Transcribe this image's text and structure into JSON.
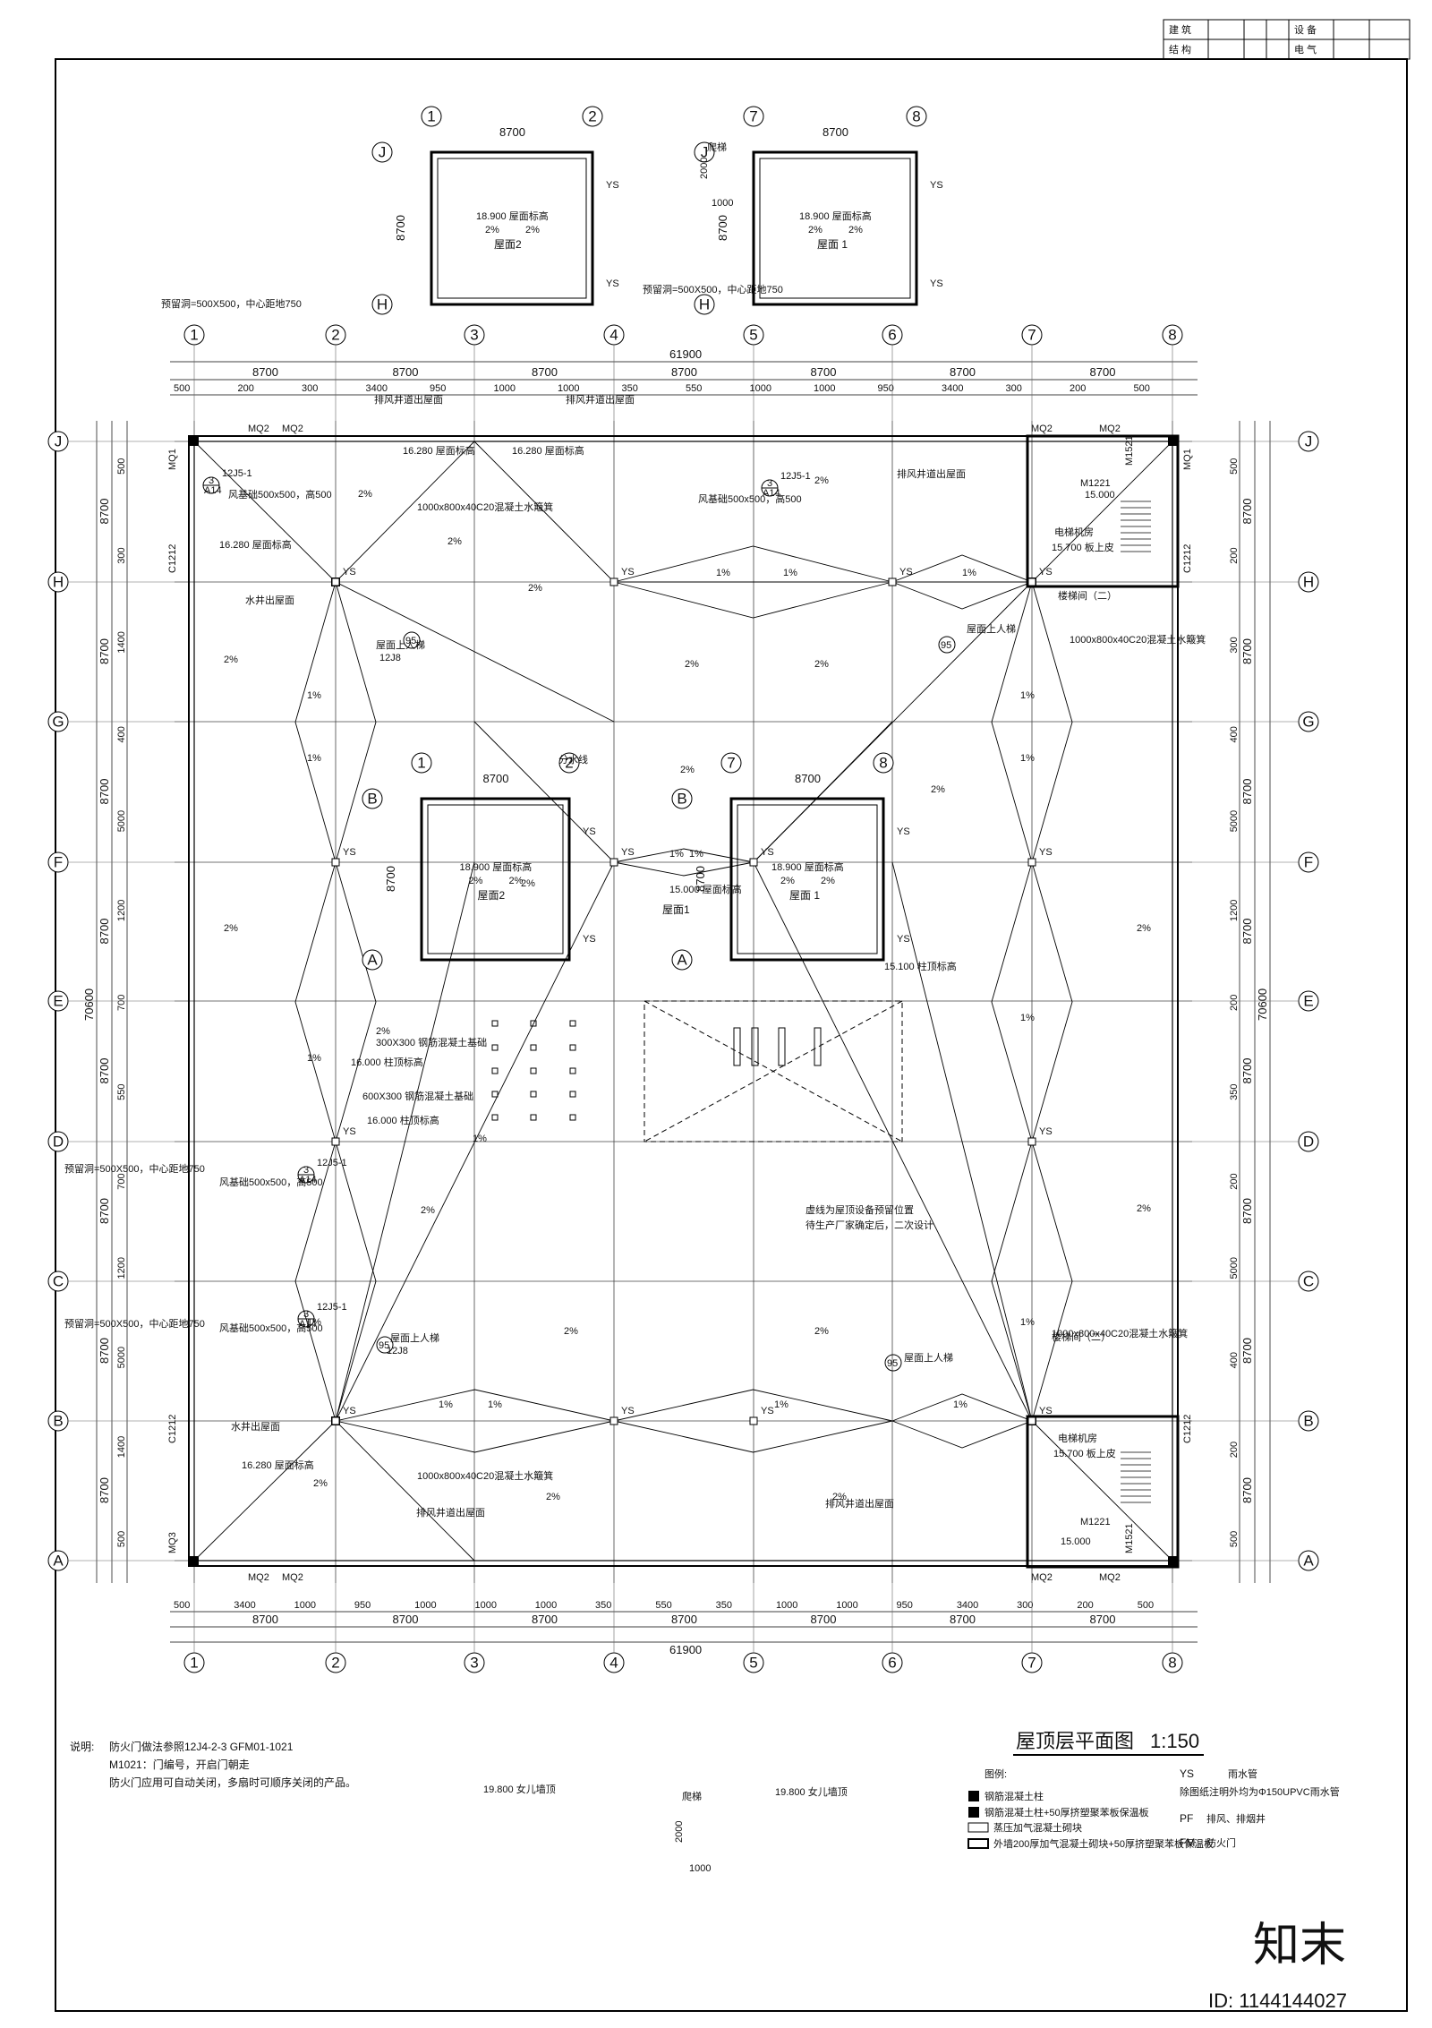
{
  "title_block": {
    "row1": [
      "建 筑",
      "",
      "",
      "设 备",
      "",
      ""
    ],
    "row2": [
      "结 构",
      "",
      "",
      "电 气",
      "",
      ""
    ]
  },
  "drawing": {
    "title": "屋顶层平面图",
    "scale": "1:150"
  },
  "grid_x": [
    "1",
    "2",
    "3",
    "4",
    "5",
    "6",
    "7",
    "8"
  ],
  "grid_y": [
    "J",
    "H",
    "G",
    "F",
    "E",
    "D",
    "C",
    "B",
    "A"
  ],
  "dims": {
    "bay": "8700",
    "total_x": "61900",
    "total_y": "70600",
    "top_chain": [
      "500",
      "200",
      "300",
      "3400",
      "950",
      "1000",
      "1000",
      "350",
      "550",
      "1000",
      "1000",
      "950",
      "3400",
      "300",
      "200",
      "500"
    ],
    "bottom_chain": [
      "500",
      "3400",
      "1000",
      "950",
      "1000",
      "1000",
      "1000",
      "350",
      "550",
      "350",
      "1000",
      "1000",
      "950",
      "3400",
      "300",
      "200",
      "500"
    ],
    "left_chain": [
      "500",
      "300",
      "1400",
      "400",
      "5000",
      "1200",
      "700",
      "550",
      "700",
      "1200",
      "5000",
      "1400",
      "500"
    ],
    "right_chain": [
      "500",
      "200",
      "300",
      "400",
      "5000",
      "1200",
      "200",
      "350",
      "200",
      "5000",
      "400",
      "200",
      "500"
    ]
  },
  "roof_labels": {
    "main_roof": "屋面1",
    "main_elev": "15.000 屋面标高",
    "elev_16280": "16.280 屋面标高",
    "elev_16280b": "16.280 屋面标高",
    "elev_16280c": "16.280 屋面标高",
    "elev_16280d": "16.280 屋面标高",
    "elev_15100": "15.100 柱顶标高",
    "elev_16000a": "16.000 柱顶标高",
    "elev_16000b": "16.000 柱顶标高",
    "slope_2": "2%",
    "slope_1": "1%",
    "ys": "YS",
    "water_trough": "1000x800x40C20混凝土水簸箕",
    "fan_base": "风基础500x500，高500",
    "vent_hole": "预留洞=500X500，中心距地750",
    "roof_ladder": "屋面上人梯",
    "ladder_ref": "12J8",
    "ladder_no": "95",
    "detail_ref": "12J5-1",
    "detail_no": "3",
    "detail_sheet": "A14",
    "shaft": "排风井道出屋面",
    "water_tank": "水井出屋面",
    "stairs": "楼梯间（二）",
    "elevator_room": "电梯机房",
    "elevator_elev": "15.700 板上皮",
    "elev_15000": "15.000",
    "concrete_300": "300X300 钢筋混凝土基础",
    "concrete_600": "600X300 钢筋混凝土基础",
    "roof_note": "虚线为屋顶设备预留位置",
    "roof_note2": "待生产厂家确定后，二次设计",
    "fenshui": "分水线",
    "mq2": "MQ2",
    "mq1": "MQ1",
    "mq3": "MQ3",
    "c1212": "C1212",
    "m1221": "M1221",
    "m1521": "M1521"
  },
  "small_roofs": {
    "roof1_label": "屋面 1",
    "roof2_label": "屋面2",
    "elev_18900": "18.900 屋面标高",
    "elev_19800": "19.800 女儿墙顶",
    "hatch": "爬梯",
    "d2000": "2000",
    "d1000": "1000"
  },
  "notes": {
    "heading": "说明:",
    "line1": "防火门做法参照12J4-2-3 GFM01-1021",
    "line2": "M1021：门编号，开启门朝走",
    "line3": "防火门应用可自动关闭，多扇时可顺序关闭的产品。"
  },
  "legend": {
    "heading": "图例:",
    "items": [
      "钢筋混凝土柱",
      "钢筋混凝土柱+50厚挤塑聚苯板保温板",
      "蒸压加气混凝土砌块",
      "外墙200厚加气混凝土砌块+50厚挤塑聚苯板保温板"
    ],
    "ys_key": "YS",
    "ys_desc": "雨水管",
    "ys_desc2": "除图纸注明外均为Φ150UPVC雨水管",
    "pf_key": "PF",
    "pf_desc": "排风、排烟井",
    "fm_key": "FM",
    "fm_desc": "防火门"
  },
  "watermark": {
    "brand": "知末",
    "id": "ID: 1144144027"
  }
}
